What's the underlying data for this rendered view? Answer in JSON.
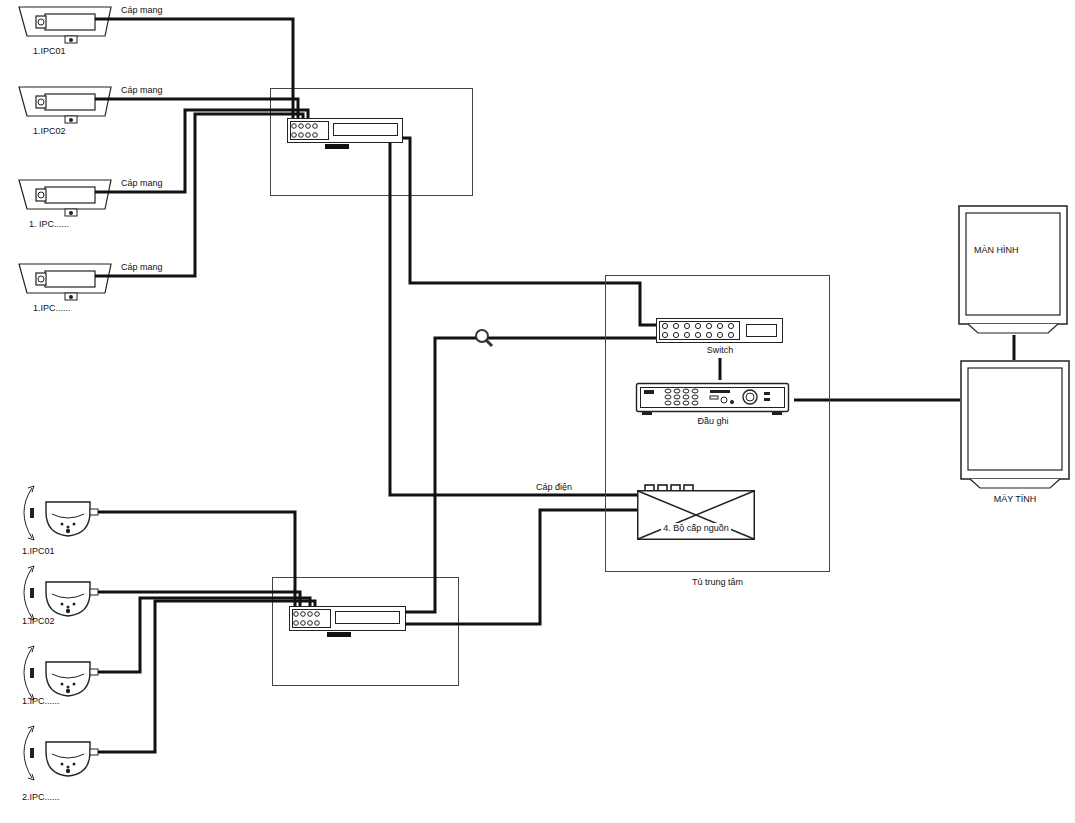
{
  "diagram": {
    "nodes": [
      {
        "text": [
          "1.IPC01"
        ]
      },
      {
        "text": [
          "1.IPC02"
        ]
      },
      {
        "text": [
          "1. IPC......"
        ]
      },
      {
        "text": [
          "1.IPC......"
        ]
      },
      {
        "text": [
          "Tủ trung tâm"
        ]
      },
      {
        "text": [
          "Switch"
        ],
        "in": 4
      },
      {
        "text": [
          "Đầu ghi"
        ],
        "in": 4
      },
      {
        "text": [
          "4. Bộ cấp nguồn"
        ],
        "in": 4
      },
      {
        "text": [
          "MÀN HÌNH"
        ]
      },
      {
        "text": [
          "MÁY TÍNH"
        ]
      },
      {
        "text": [
          "1.IPC01"
        ]
      },
      {
        "text": [
          "1.IPC02"
        ]
      },
      {
        "text": [
          "1.IPC......"
        ]
      },
      {
        "text": [
          "2.IPC......"
        ]
      }
    ],
    "edges": [
      {
        "from": 5,
        "to": 6,
        "arrow": "none"
      },
      {
        "from": 6,
        "to": 9,
        "arrow": "none"
      },
      {
        "from": 8,
        "to": 9,
        "arrow": "none"
      }
    ],
    "labels": [
      "Cáp mang",
      "Cáp mang",
      "Cáp mang",
      "Cáp mang",
      "Cáp điện"
    ]
  }
}
